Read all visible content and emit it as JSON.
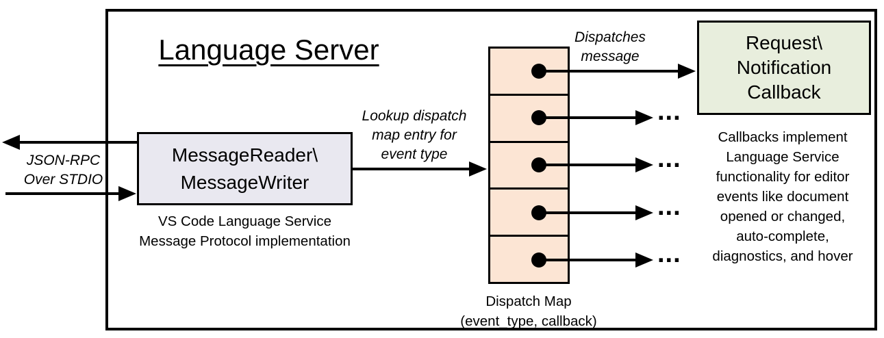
{
  "colors": {
    "canvas-bg": "#ffffff",
    "line-color": "#000000",
    "reader-box-bg": "#e9e8f0",
    "dispatch-cell-bg": "#fce5d4",
    "callback-box-bg": "#e8eedd",
    "text-color": "#000000"
  },
  "title": "Language Server",
  "left_channel": {
    "label": "JSON-RPC\nOver STDIO"
  },
  "reader_box": {
    "label": "MessageReader\\\nMessageWriter",
    "caption": "VS Code Language Service\nMessage Protocol implementation"
  },
  "lookup_label": "Lookup dispatch\nmap entry for\nevent type",
  "dispatch_label": "Dispatches\nmessage",
  "dispatch_map": {
    "cell_count": 5,
    "caption": "Dispatch Map\n(event_type, callback)"
  },
  "callback_box": {
    "label": "Request\\\nNotification\nCallback",
    "caption": "Callbacks implement\nLanguage Service\nfunctionality for editor\nevents like document\nopened or changed,\nauto-complete,\ndiagnostics, and hover"
  },
  "ellipsis": "..."
}
